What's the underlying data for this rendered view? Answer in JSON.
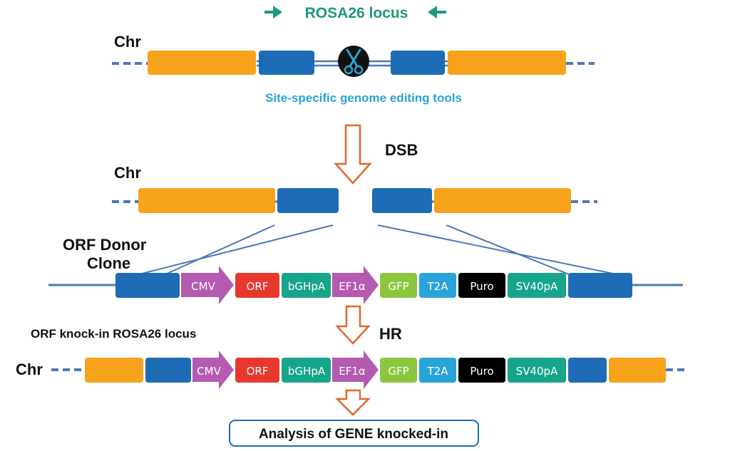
{
  "header": {
    "locus_label": "ROSA26 locus"
  },
  "row1": {
    "chr_label": "Chr",
    "tools_label": "Site-specific genome editing tools"
  },
  "step_dsb": {
    "label": "DSB"
  },
  "row2": {
    "chr_label": "Chr"
  },
  "donor": {
    "label_line1": "ORF Donor",
    "label_line2": "Clone",
    "elements": {
      "cmv": "CMV",
      "orf": "ORF",
      "bghpa": "bGHpA",
      "ef1a": "EF1α",
      "gfp": "GFP",
      "t2a": "T2A",
      "puro": "Puro",
      "sv40pa": "SV40pA"
    }
  },
  "step_hr": {
    "label": "HR"
  },
  "knockin": {
    "title": "ORF knock-in ROSA26 locus",
    "chr_label": "Chr",
    "elements": {
      "cmv": "CMV",
      "orf": "ORF",
      "bghpa": "bGHpA",
      "ef1a": "EF1α",
      "gfp": "GFP",
      "t2a": "T2A",
      "puro": "Puro",
      "sv40pa": "SV40pA"
    }
  },
  "result": {
    "label": "Analysis of GENE knocked-in"
  },
  "colors": {
    "orange_exon": "#f7a21b",
    "blue_arm": "#1d6cb5",
    "chromosome_line": "#4a79b4",
    "teal_arrow": "#1b9a7c",
    "cyan_text": "#2aa3d8",
    "purple_promoter": "#b45ab0",
    "red_orf": "#e8382e",
    "teal_element": "#16a58a",
    "green_gfp": "#8cc63f",
    "blue_t2a": "#2aa3d8",
    "black_puro": "#000000",
    "orange_outline_arrow": "#e0672a"
  }
}
